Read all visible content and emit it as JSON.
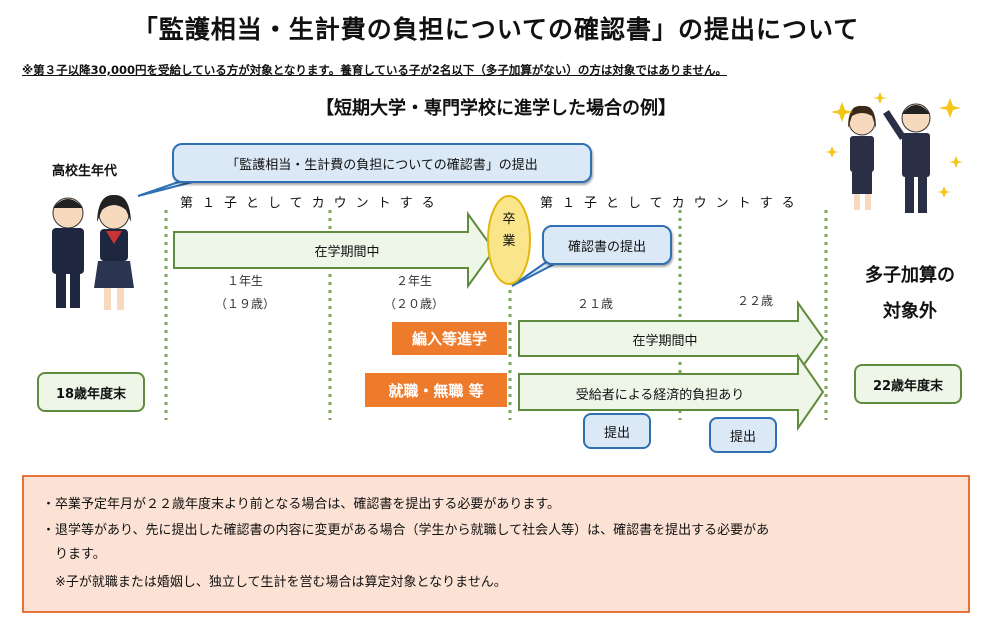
{
  "title": "「監護相当・生計費の負担についての確認書」の提出について",
  "note_line": "※第３子以降30,000円を受給している方が対象となります。養育している子が2名以下（多子加算がない）の方は対象ではありません。",
  "subtitle": "【短期大学・専門学校に進学した場合の例】",
  "left_panel": {
    "title": "高校生年代",
    "box": "18歳年度末"
  },
  "callouts": {
    "main": "「監護相当・生計費の負担についての確認書」の提出",
    "confirm": "確認書の提出"
  },
  "timeline": {
    "count_label_1": "第１子としてカウントする",
    "count_label_2": "第１子としてカウントする",
    "enrolled_label": "在学期間中",
    "graduation": "卒\n業",
    "years": [
      {
        "year": "１年生",
        "age": "（１９歳）"
      },
      {
        "year": "２年生",
        "age": "（２０歳）"
      },
      {
        "age": "２１歳"
      },
      {
        "age": "２２歳"
      }
    ]
  },
  "paths": {
    "transfer_button": "編入等進学",
    "transfer_label": "在学期間中",
    "employ_button": "就職・無職 等",
    "employ_label": "受給者による経済的負担あり",
    "submit_1": "提出",
    "submit_2": "提出"
  },
  "right_panel": {
    "label_line1": "多子加算の",
    "label_line2": "対象外",
    "box": "22歳年度末"
  },
  "notes": [
    "・卒業予定年月が２２歳年度末より前となる場合は、確認書を提出する必要があります。",
    "・退学等があり、先に提出した確認書の内容に変更がある場合（学生から就職して社会人等）は、確認書を提出する必要があ",
    "　ります。",
    "　※子が就職または婚姻し、独立して生計を営む場合は算定対象となりません。"
  ],
  "colors": {
    "callout_fill": "#dbe9f6",
    "callout_border": "#2f6fb3",
    "arrow_fill": "#eef6e8",
    "arrow_border": "#5e8c3c",
    "orange": "#ee7a2b",
    "graduation_fill": "#fbe58a",
    "notes_fill": "#fbe2d4"
  }
}
